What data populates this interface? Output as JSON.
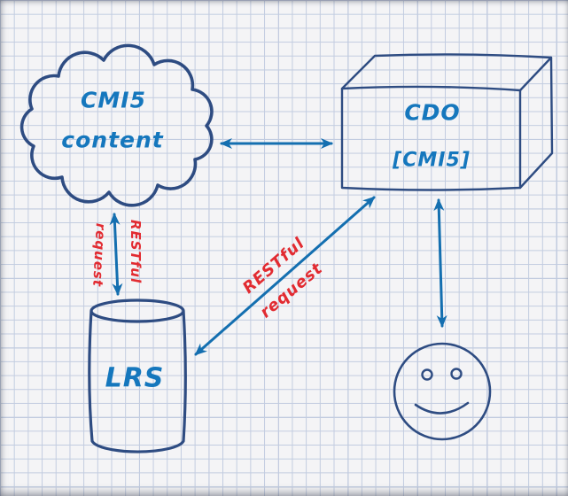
{
  "diagram": {
    "nodes": {
      "cloud": {
        "line1": "CMI5",
        "line2": "content"
      },
      "box": {
        "line1": "CDO",
        "line2": "[CMI5]"
      },
      "cylinder": {
        "label": "LRS"
      },
      "user": {
        "icon": "smiley-face-icon"
      }
    },
    "edges": {
      "cloud_box": {
        "type": "double-arrow"
      },
      "cloud_cylinder": {
        "type": "double-arrow",
        "word1": "RESTful",
        "word2": "request"
      },
      "box_cylinder": {
        "type": "double-arrow",
        "word1": "RESTful",
        "word2": "request"
      },
      "box_user": {
        "type": "double-arrow"
      }
    },
    "colors": {
      "ink_navy": "#2e4c82",
      "label_blue": "#1577bd",
      "arrow_blue": "#146fb0",
      "annotation_red": "#e22b31",
      "paper": "#f4f4f6",
      "grid_line": "#c2cce0"
    }
  }
}
